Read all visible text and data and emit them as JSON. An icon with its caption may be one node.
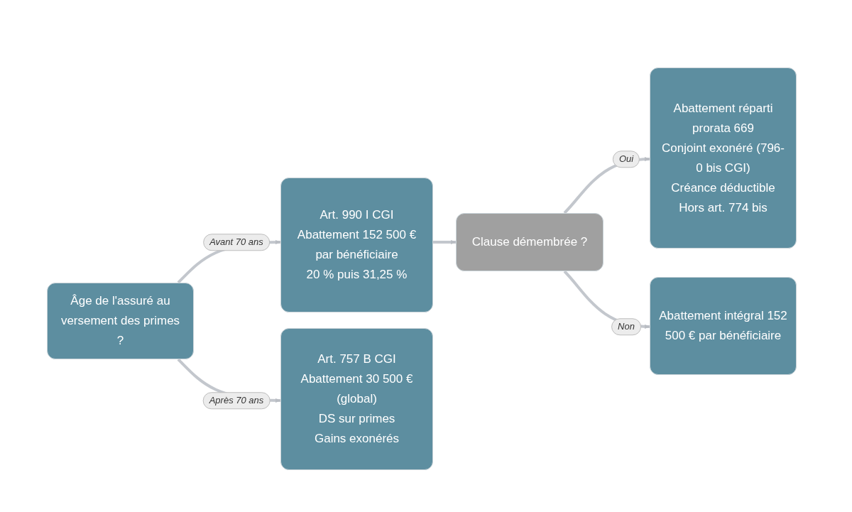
{
  "diagram": {
    "nodes": [
      {
        "text": [
          "Âge de l'assuré au versement des primes ?"
        ]
      },
      {
        "text": [
          "Art. 990 I CGI",
          "Abattement 152 500 €",
          "par bénéficiaire",
          "20 % puis 31,25 %"
        ]
      },
      {
        "text": [
          "Art. 757 B CGI",
          "Abattement 30 500 € (global)",
          "DS sur primes",
          "Gains exonérés"
        ]
      },
      {
        "text": [
          "Clause démembrée ?"
        ]
      },
      {
        "text": [
          "Abattement réparti prorata 669",
          "Conjoint exonéré (796-0 bis CGI)",
          "Créance déductible",
          "Hors art. 774 bis"
        ]
      },
      {
        "text": [
          "Abattement intégral 152 500 € par bénéficiaire"
        ]
      }
    ],
    "edges": [
      {
        "from": 0,
        "to": 1,
        "arrow": "to",
        "label": "Avant 70 ans"
      },
      {
        "from": 0,
        "to": 2,
        "arrow": "to",
        "label": "Après 70 ans"
      },
      {
        "from": 1,
        "to": 3,
        "arrow": "to"
      },
      {
        "from": 3,
        "to": 4,
        "arrow": "to",
        "label": "Oui"
      },
      {
        "from": 3,
        "to": 5,
        "arrow": "to",
        "label": "Non"
      }
    ]
  }
}
